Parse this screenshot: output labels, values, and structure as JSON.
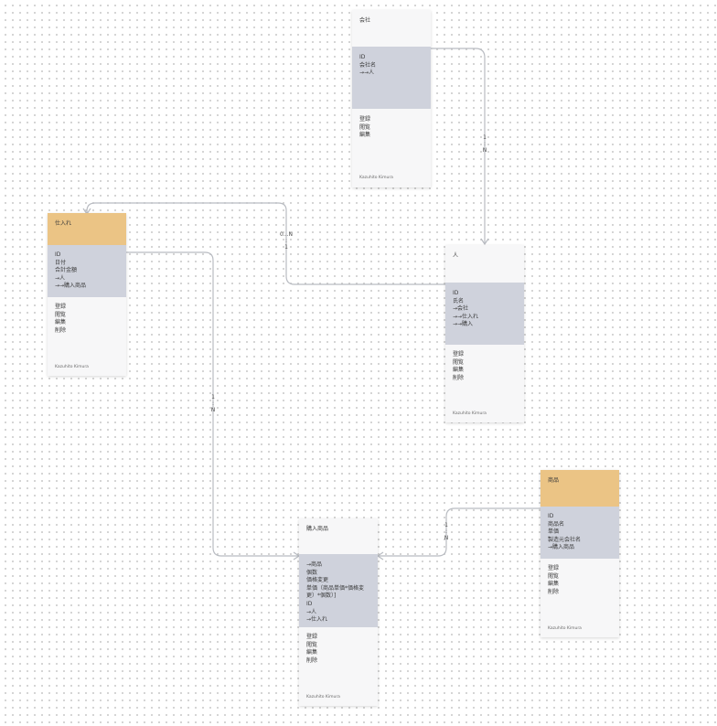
{
  "colors": {
    "header_accent": "#ebc485",
    "fields_band": "#cfd2dc",
    "card_bg": "#f7f7f8",
    "connector": "#b9bcc2"
  },
  "cards": {
    "company": {
      "title": "会社",
      "fields": [
        "ID",
        "会社名",
        "→→人"
      ],
      "actions": [
        "登録",
        "閲覧",
        "編集"
      ],
      "author": "Kazuhito Kimura"
    },
    "purchase": {
      "title": "仕入れ",
      "fields": [
        "ID",
        "日付",
        "合計金額",
        "→人",
        "→→購入商品"
      ],
      "actions": [
        "登録",
        "閲覧",
        "編集",
        "削除"
      ],
      "author": "Kazuhito Kimura"
    },
    "person": {
      "title": "人",
      "fields": [
        "ID",
        "氏名",
        "→会社",
        "→→仕入れ",
        "→→購入"
      ],
      "actions": [
        "登録",
        "閲覧",
        "編集",
        "削除"
      ],
      "author": "Kazuhito Kimura"
    },
    "product": {
      "title": "商品",
      "fields": [
        "ID",
        "商品名",
        "単価",
        "製造元会社名",
        "→購入商品"
      ],
      "actions": [
        "登録",
        "閲覧",
        "編集",
        "削除"
      ],
      "author": "Kazuhito Kimura"
    },
    "purchased_item": {
      "title": "購入商品",
      "fields": [
        "→商品",
        "個数",
        "価格変更",
        "単価（商品単価*価格変",
        "更）*個数）]",
        "ID",
        "→人",
        "→仕入れ"
      ],
      "actions": [
        "登録",
        "閲覧",
        "編集",
        "削除"
      ],
      "author": "Kazuhito Kimura"
    }
  },
  "relations": {
    "company_person": [
      "1",
      ":",
      "N"
    ],
    "person_purchase": [
      "0...N",
      ":",
      "1"
    ],
    "purchase_item": [
      "1",
      ":",
      "N"
    ],
    "product_item": [
      "1",
      ":",
      "N"
    ]
  }
}
